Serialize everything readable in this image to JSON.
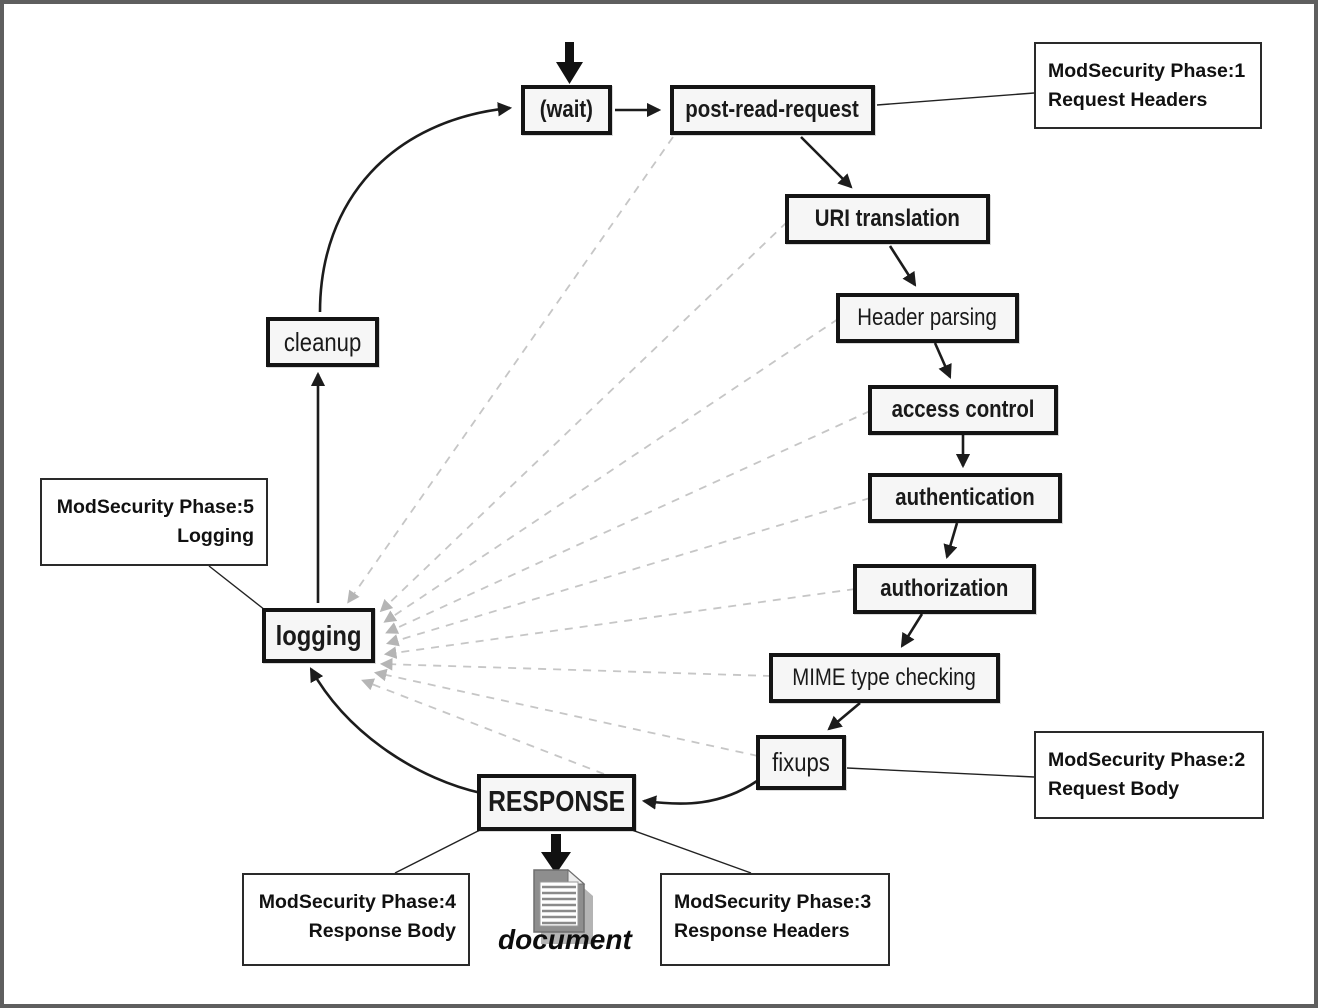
{
  "nodes": [
    {
      "id": "wait",
      "label": "(wait)"
    },
    {
      "id": "post-read-request",
      "label": "post-read-request"
    },
    {
      "id": "uri-translation",
      "label": "URI translation"
    },
    {
      "id": "header-parsing",
      "label": "Header parsing"
    },
    {
      "id": "access-control",
      "label": "access control"
    },
    {
      "id": "authentication",
      "label": "authentication"
    },
    {
      "id": "authorization",
      "label": "authorization"
    },
    {
      "id": "mime-type-checking",
      "label": "MIME type checking"
    },
    {
      "id": "fixups",
      "label": "fixups"
    },
    {
      "id": "response",
      "label": "RESPONSE"
    },
    {
      "id": "logging",
      "label": "logging"
    },
    {
      "id": "cleanup",
      "label": "cleanup"
    }
  ],
  "annotations": [
    {
      "id": "phase1",
      "line1": "ModSecurity Phase:1",
      "line2": "Request Headers"
    },
    {
      "id": "phase2",
      "line1": "ModSecurity Phase:2",
      "line2": "Request Body"
    },
    {
      "id": "phase3",
      "line1": "ModSecurity Phase:3",
      "line2": "Response Headers"
    },
    {
      "id": "phase4",
      "line1": "ModSecurity Phase:4",
      "line2": "Response Body"
    },
    {
      "id": "phase5",
      "line1": "ModSecurity Phase:5",
      "line2": "Logging"
    }
  ],
  "document": {
    "label": "document"
  },
  "icons": {
    "document_icon": "document-page-with-folded-corner",
    "entry_arrow": "thick-down-arrow",
    "response_output_arrow": "thick-down-arrow"
  },
  "colors": {
    "node_fill": "#f6f6f6",
    "node_border": "#141414",
    "flow_arrow": "#1c1c1c",
    "dashed_line": "#c6c6c6",
    "dashed_arrowhead": "#b5b5b5",
    "annotation_border": "#2a2a2a",
    "frame_border": "#5f5f5f"
  }
}
